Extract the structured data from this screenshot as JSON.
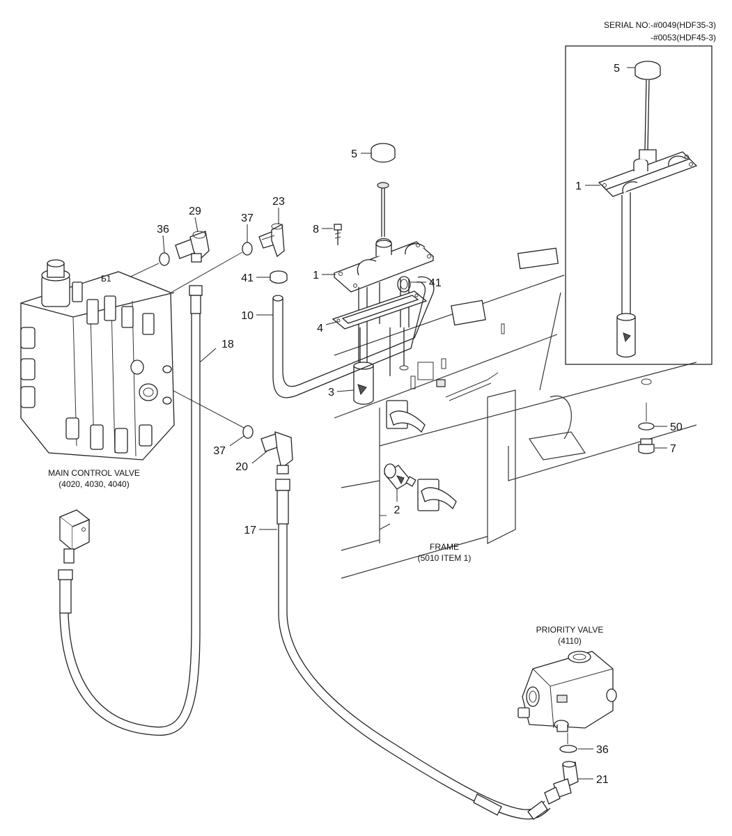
{
  "serial_note": {
    "line1": "SERIAL NO:-#0049(HDF35-3)",
    "line2": "-#0053(HDF45-3)"
  },
  "callouts": {
    "inset_5": "5",
    "inset_1": "1",
    "p5": "5",
    "p8": "8",
    "p1": "1",
    "p41_left": "41",
    "p41_right": "41",
    "p23": "23",
    "p37_top": "37",
    "p29": "29",
    "p36_top": "36",
    "p10": "10",
    "p4": "4",
    "p3": "3",
    "p18": "18",
    "p37_mid": "37",
    "p20": "20",
    "p17": "17",
    "p2": "2",
    "p50": "50",
    "p7": "7",
    "p36_bottom": "36",
    "p21": "21",
    "port_b1": "Б1"
  },
  "labels": {
    "main_valve_line1": "MAIN CONTROL VALVE",
    "main_valve_line2": "(4020, 4030, 4040)",
    "frame_line1": "FRAME",
    "frame_line2": "(5010 ITEM 1)",
    "priority_line1": "PRIORITY VALVE",
    "priority_line2": "(4110)"
  }
}
